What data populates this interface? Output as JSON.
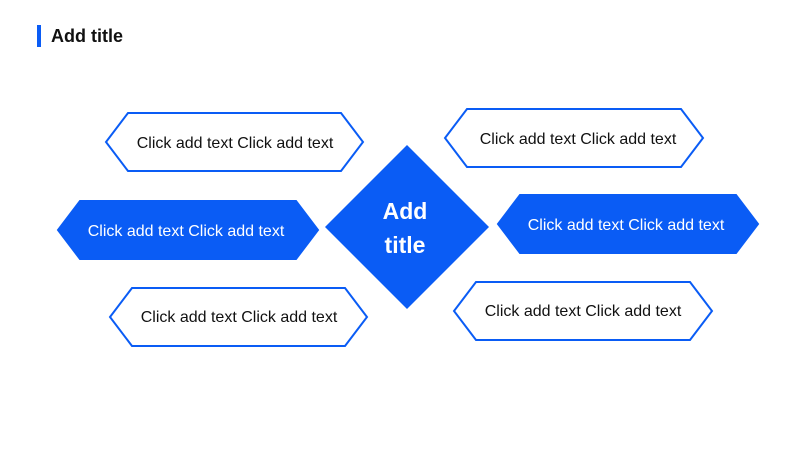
{
  "page": {
    "title": "Add title"
  },
  "colors": {
    "accent": "#0a5cf5",
    "text_dark": "#111111",
    "text_light": "#ffffff",
    "background": "#ffffff"
  },
  "diagram": {
    "center": {
      "line1": "Add",
      "line2": "title"
    },
    "items": [
      {
        "text": "Click add text Click add text",
        "style": "outline"
      },
      {
        "text": "Click add text Click add text",
        "style": "outline"
      },
      {
        "text": "Click add text Click add text",
        "style": "filled"
      },
      {
        "text": "Click add text Click add text",
        "style": "filled"
      },
      {
        "text": "Click add text Click add text",
        "style": "outline"
      },
      {
        "text": "Click add text Click add text",
        "style": "outline"
      }
    ]
  }
}
